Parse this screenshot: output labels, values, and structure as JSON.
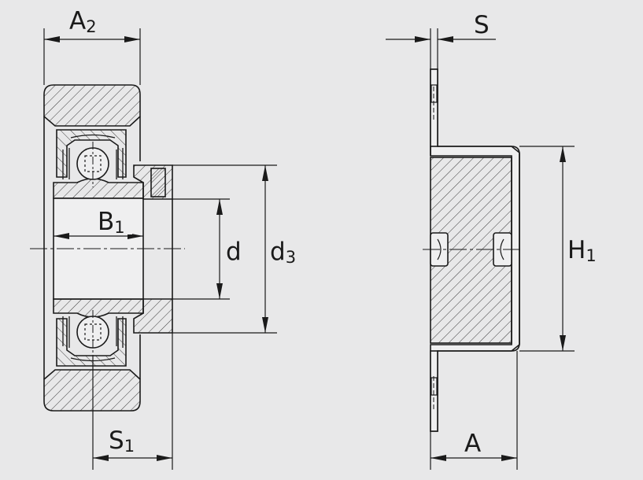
{
  "drawing": {
    "colors": {
      "background": "#e8e8e9",
      "ink": "#1a1a1a",
      "hatch": "#3a3a3a",
      "body": "#efeff0"
    },
    "labels": {
      "A2": {
        "main": "A",
        "sub": "2"
      },
      "B1": {
        "main": "B",
        "sub": "1"
      },
      "d": {
        "main": "d"
      },
      "d3": {
        "main": "d",
        "sub": "3"
      },
      "S1": {
        "main": "S",
        "sub": "1"
      },
      "S": {
        "main": "S"
      },
      "H1": {
        "main": "H",
        "sub": "1"
      },
      "A": {
        "main": "A"
      }
    }
  }
}
